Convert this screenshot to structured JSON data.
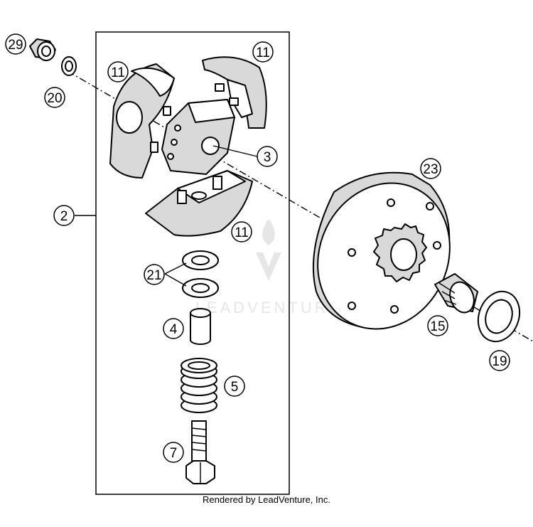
{
  "callouts": {
    "c29": "29",
    "c20": "20",
    "c11a": "11",
    "c11b": "11",
    "c11c": "11",
    "c3": "3",
    "c2": "2",
    "c23": "23",
    "c21": "21",
    "c4": "4",
    "c5": "5",
    "c7": "7",
    "c15": "15",
    "c19": "19"
  },
  "watermark": "LEADVENTURE",
  "footer": "Rendered by LeadVenture, Inc."
}
